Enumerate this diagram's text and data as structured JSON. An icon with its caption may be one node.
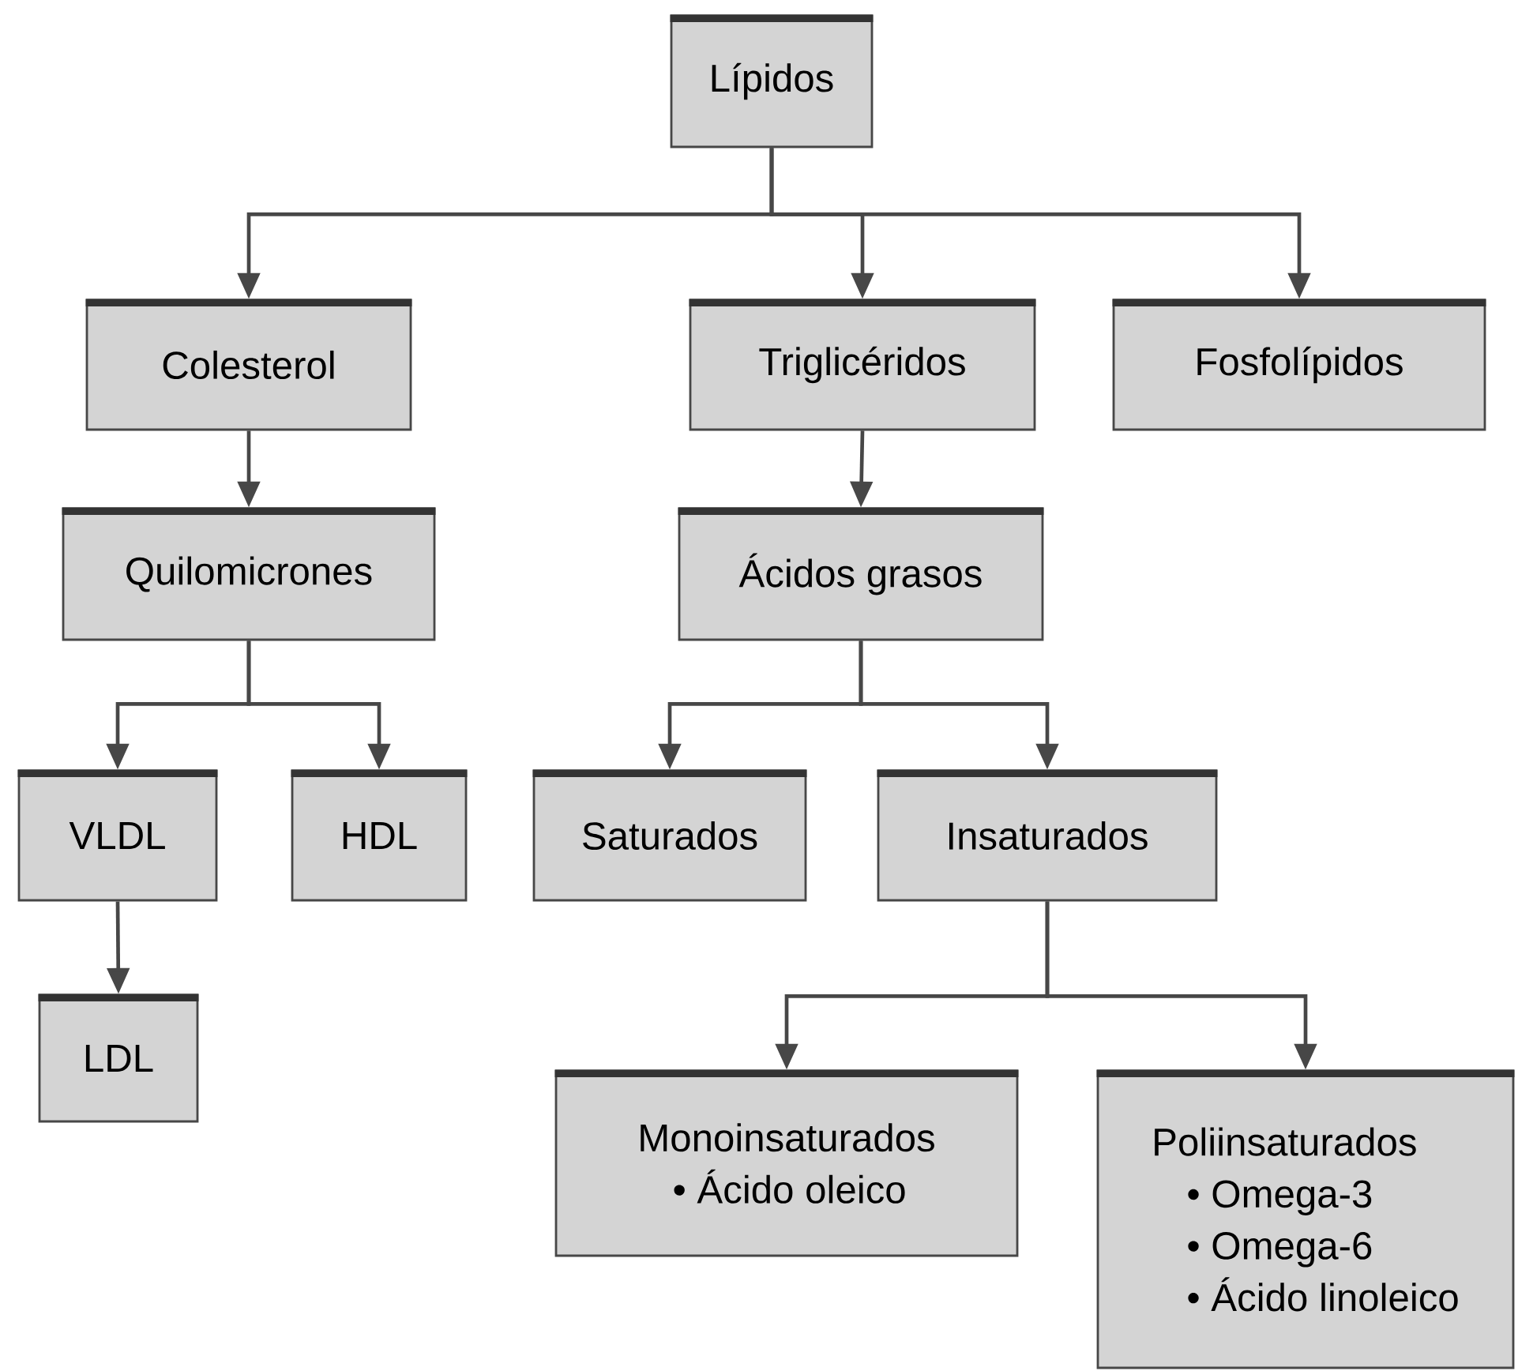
{
  "diagram": {
    "nodes": [
      {
        "text": [
          "Lípidos"
        ]
      },
      {
        "text": [
          "Colesterol"
        ]
      },
      {
        "text": [
          "Triglicéridos"
        ]
      },
      {
        "text": [
          "Fosfolípidos"
        ]
      },
      {
        "text": [
          "Quilomicrones"
        ]
      },
      {
        "text": [
          "Ácidos grasos"
        ]
      },
      {
        "text": [
          "VLDL"
        ]
      },
      {
        "text": [
          "HDL"
        ]
      },
      {
        "text": [
          "Saturados"
        ]
      },
      {
        "text": [
          "Insaturados"
        ]
      },
      {
        "text": [
          "LDL"
        ]
      },
      {
        "text": [
          "Monoinsaturados",
          "• Ácido oleico"
        ]
      },
      {
        "text": [
          "Poliinsaturados",
          "• Omega-3",
          "• Omega-6",
          "• Ácido linoleico"
        ]
      }
    ],
    "edges": [
      {
        "from": 0,
        "to": 1,
        "arrow": "to"
      },
      {
        "from": 0,
        "to": 2,
        "arrow": "to"
      },
      {
        "from": 0,
        "to": 3,
        "arrow": "to"
      },
      {
        "from": 1,
        "to": 4,
        "arrow": "to"
      },
      {
        "from": 2,
        "to": 5,
        "arrow": "to"
      },
      {
        "from": 4,
        "to": 6,
        "arrow": "to"
      },
      {
        "from": 4,
        "to": 7,
        "arrow": "to"
      },
      {
        "from": 5,
        "to": 8,
        "arrow": "to"
      },
      {
        "from": 5,
        "to": 9,
        "arrow": "to"
      },
      {
        "from": 6,
        "to": 10,
        "arrow": "to"
      },
      {
        "from": 9,
        "to": 11,
        "arrow": "to"
      },
      {
        "from": 9,
        "to": 12,
        "arrow": "to"
      }
    ]
  }
}
